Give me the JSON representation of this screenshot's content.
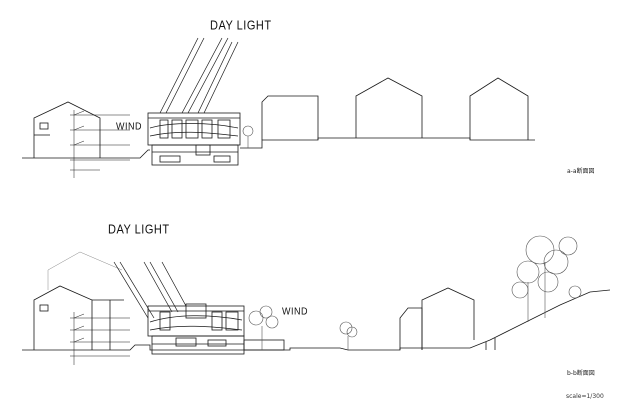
{
  "sections": [
    {
      "id": "a-a",
      "daylight_label": "DAY LIGHT",
      "wind_label": "WIND",
      "caption": "a-a断面図"
    },
    {
      "id": "b-b",
      "daylight_label": "DAY LIGHT",
      "wind_label": "WIND",
      "caption": "b-b断面図"
    }
  ],
  "scale_note": "scale=1/300",
  "colors": {
    "line": "#1a1a1a",
    "tree": "#555555",
    "background": "#ffffff"
  }
}
